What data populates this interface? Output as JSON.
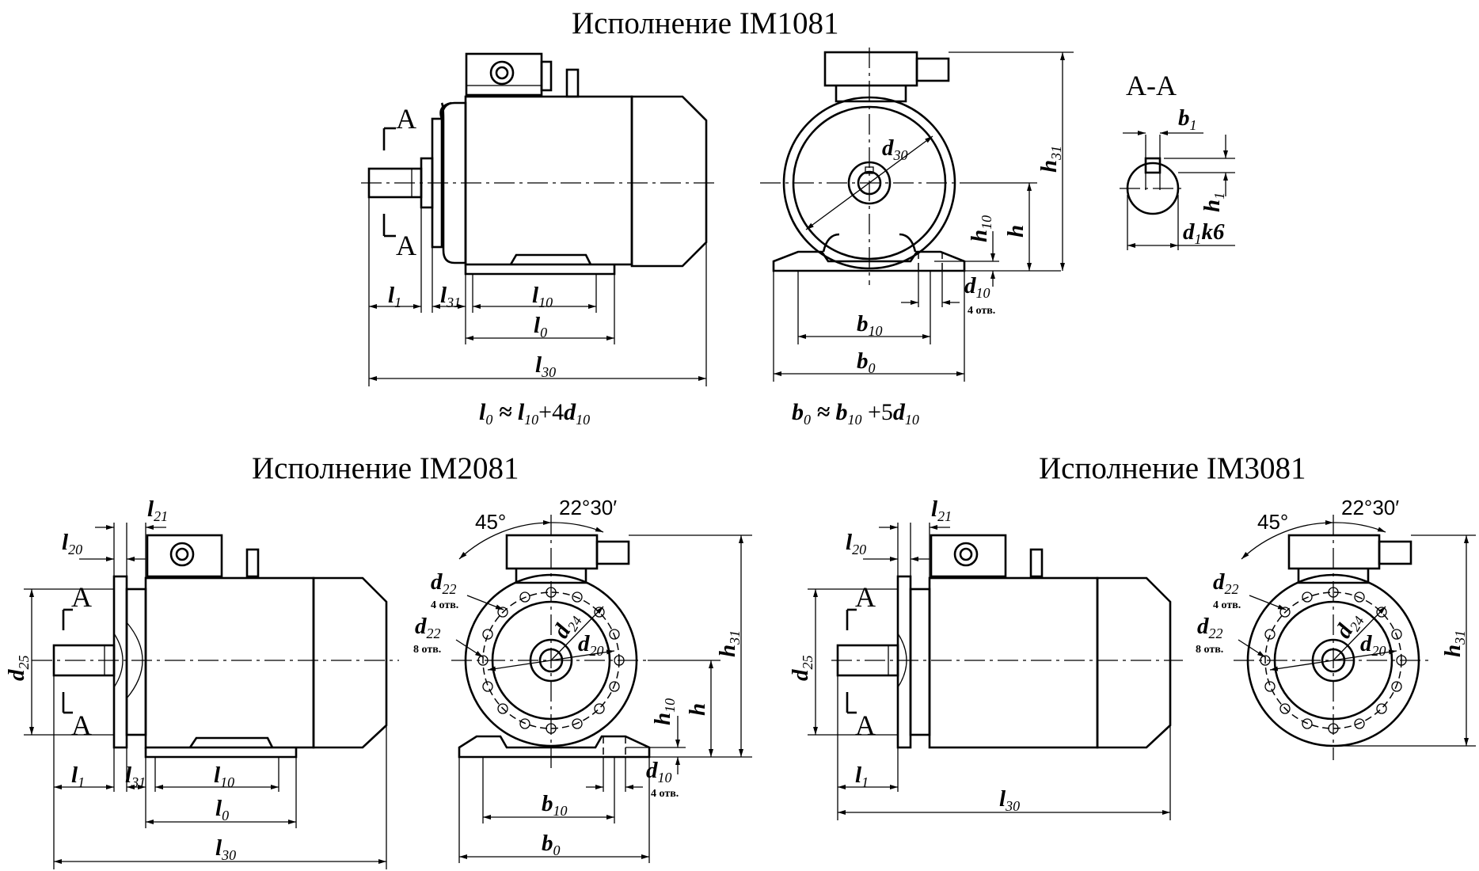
{
  "titles": {
    "im1081": "Исполнение IM1081",
    "im2081": "Исполнение IM2081",
    "im3081": "Исполнение IM3081"
  },
  "section": {
    "name": "А-А",
    "marker": "А"
  },
  "labels": {
    "l1": "l",
    "l1_sub": "1",
    "l31": "l",
    "l31_sub": "31",
    "l10": "l",
    "l10_sub": "10",
    "l0": "l",
    "l0_sub": "0",
    "l30": "l",
    "l30_sub": "30",
    "l20": "l",
    "l20_sub": "20",
    "l21": "l",
    "l21_sub": "21",
    "d30": "d",
    "d30_sub": "30",
    "d10": "d",
    "d10_sub": "10",
    "d20": "d",
    "d20_sub": "20",
    "d22": "d",
    "d22_sub": "22",
    "d24": "d",
    "d24_sub": "24",
    "d25": "d",
    "d25_sub": "25",
    "b10": "b",
    "b10_sub": "10",
    "b0": "b",
    "b0_sub": "0",
    "b1": "b",
    "b1_sub": "1",
    "h": "h",
    "h10": "h",
    "h10_sub": "10",
    "h31": "h",
    "h31_sub": "31",
    "h1": "h",
    "h1_sub": "1",
    "d1k6": "d",
    "d1k6_sub": "1",
    "d1k6_tail": "k6"
  },
  "notes": {
    "holes4": "4 отв.",
    "holes8": "8 отв."
  },
  "angles": {
    "a45": "45°",
    "a22": "22°30′"
  },
  "formulas": {
    "l0": {
      "a": "l",
      "a_sub": "0",
      "approx": " ≈ ",
      "b": "l",
      "b_sub": "10",
      "plus": "+4",
      "c": "d",
      "c_sub": "10"
    },
    "b0": {
      "a": "b",
      "a_sub": "0",
      "approx": " ≈ ",
      "b": "b",
      "b_sub": "10",
      "plus": " +5",
      "c": "d",
      "c_sub": "10"
    }
  }
}
